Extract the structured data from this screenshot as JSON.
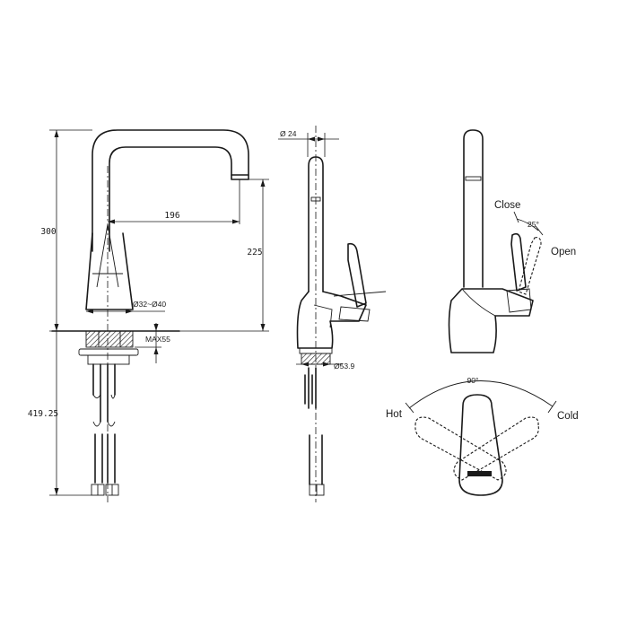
{
  "front_view": {
    "dim_height_spout": "300",
    "dim_reach": "196",
    "dim_spout_clearance": "225",
    "dim_hole": "Ø32~Ø40",
    "dim_max_deck": "MAX55",
    "dim_hose_length": "419.25"
  },
  "side_view": {
    "dim_spout_diameter": "24",
    "dim_base_diameter": "53.9"
  },
  "handle_view": {
    "label_close": "Close",
    "label_open": "Open",
    "angle_lift": "25°"
  },
  "top_view": {
    "label_hot": "Hot",
    "label_cold": "Cold",
    "angle_rotation": "90°"
  }
}
